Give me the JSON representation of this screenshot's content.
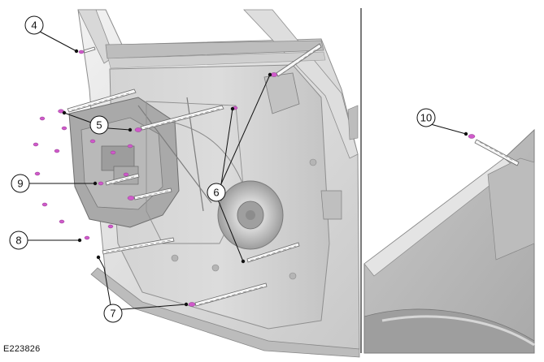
{
  "figure_id": "E223826",
  "callouts": [
    {
      "id": "c4",
      "label": "4"
    },
    {
      "id": "c5",
      "label": "5"
    },
    {
      "id": "c6",
      "label": "6"
    },
    {
      "id": "c7",
      "label": "7"
    },
    {
      "id": "c8",
      "label": "8"
    },
    {
      "id": "c9",
      "label": "9"
    },
    {
      "id": "c10",
      "label": "10"
    }
  ],
  "colors": {
    "body_light": "#e6e6e6",
    "body_mid": "#c9c9c9",
    "body_dark": "#9a9a9a",
    "fastener": "#d05acb",
    "line": "#111111"
  }
}
